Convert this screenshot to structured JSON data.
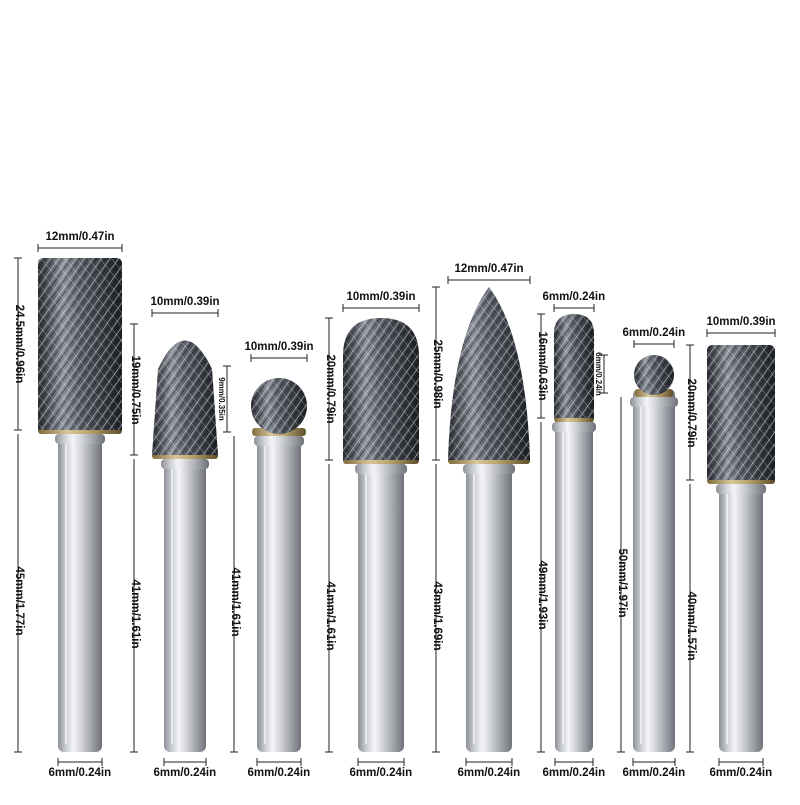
{
  "burrs": [
    {
      "name": "cylinder-burr-12mm",
      "head_width": "12mm/0.47in",
      "head_length": "24.5mm/0.96in",
      "shank_length": "45mm/1.77in",
      "shank_diameter": "6mm/0.24in"
    },
    {
      "name": "tree-burr-10mm",
      "head_width": "10mm/0.39in",
      "head_length": "19mm/0.75in",
      "shank_length": "41mm/1.61in",
      "shank_diameter": "6mm/0.24in"
    },
    {
      "name": "ball-burr-10mm",
      "head_width": "10mm/0.39in",
      "head_length": "9mm/0.35in",
      "shank_length": "41mm/1.61in",
      "shank_diameter": "6mm/0.24in"
    },
    {
      "name": "round-end-cylinder-burr-10mm",
      "head_width": "10mm/0.39in",
      "head_length": "20mm/0.79in",
      "shank_length": "41mm/1.61in",
      "shank_diameter": "6mm/0.24in"
    },
    {
      "name": "pointed-tree-burr-12mm",
      "head_width": "12mm/0.47in",
      "head_length": "25mm/0.98in",
      "shank_length": "43mm/1.69in",
      "shank_diameter": "6mm/0.24in"
    },
    {
      "name": "round-end-cylinder-burr-6mm",
      "head_width": "6mm/0.24in",
      "head_length": "16mm/0.63in",
      "shank_length": "49mm/1.93in",
      "shank_diameter": "6mm/0.24in"
    },
    {
      "name": "ball-burr-6mm",
      "head_width": "6mm/0.24in",
      "head_length": "6mm/0.24in",
      "shank_length": "50mm/1.97in",
      "shank_diameter": "6mm/0.24in"
    },
    {
      "name": "cylinder-burr-10mm",
      "head_width": "10mm/0.39in",
      "head_length": "20mm/0.79in",
      "shank_length": "40mm/1.57in",
      "shank_diameter": "6mm/0.24in"
    }
  ]
}
